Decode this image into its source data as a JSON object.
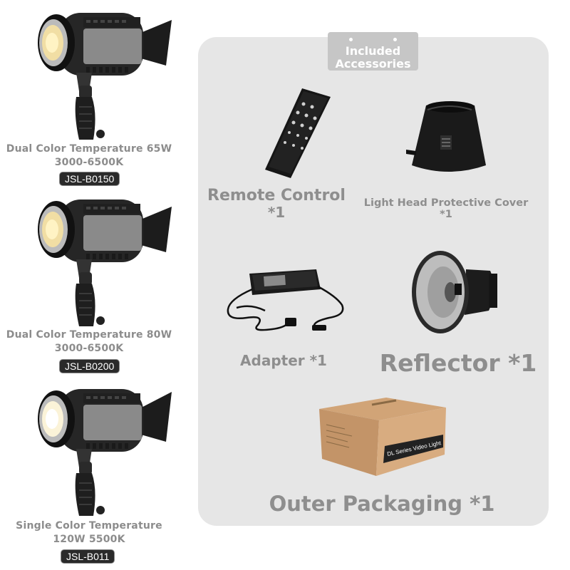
{
  "products": [
    {
      "line1": "Dual Color Temperature 65W",
      "line2": "3000-6500K",
      "sku": "JSL-B0150"
    },
    {
      "line1": "Dual Color Temperature 80W",
      "line2": "3000-6500K",
      "sku": "JSL-B0200"
    },
    {
      "line1": "Single Color Temperature",
      "line2": "120W 5500K",
      "sku": "JSL-B011"
    }
  ],
  "accessories": {
    "title_line1": "Included",
    "title_line2": "Accessories",
    "remote_line1": "Remote Control",
    "remote_line2": "*1",
    "cover": "Light Head Protective Cover *1",
    "adapter": "Adapter *1",
    "reflector": "Reflector *1",
    "packaging": "Outer Packaging *1",
    "box_print": "DL Series Video Light"
  },
  "colors": {
    "panel_bg": "#e6e6e6",
    "title_bg": "#c6c6c6",
    "label_gray": "#8e8e8e",
    "sku_bg": "#2a2a2a"
  }
}
